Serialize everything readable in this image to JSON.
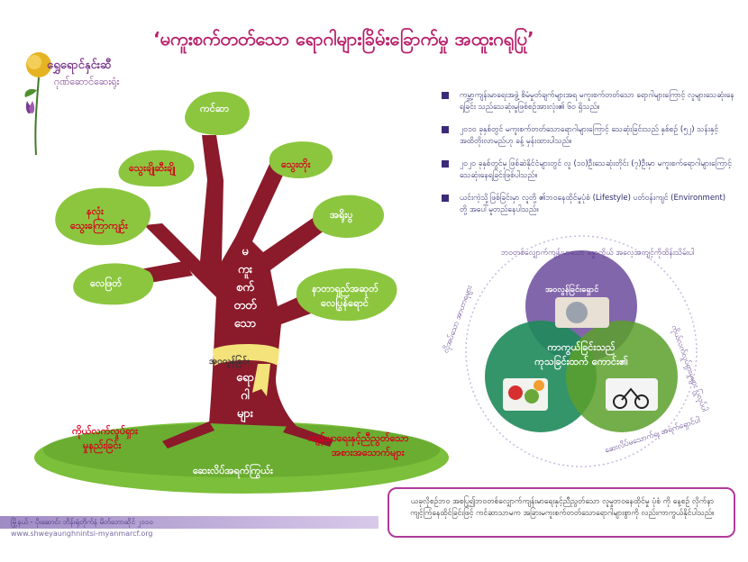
{
  "title": "‘မကူးစက်တတ်သော ရောဂါများခြိမ်းခြောက်မှု အထူးဂရုပြု’",
  "logo": {
    "name": "ရွှေရောင်နှင်းဆီ",
    "subtitle": "ဂုဏ်ဆောင်ဆေးရုံး"
  },
  "tree": {
    "leaves": [
      {
        "label": "ကင်ဆာ",
        "style": "white"
      },
      {
        "label": "သွေးချိုဆီးချို",
        "style": "red"
      },
      {
        "label": "သွေးတိုး",
        "style": "red"
      },
      {
        "label_line1": "နလုံး",
        "label_line2": "သွေးကြောကျဉ်း",
        "style": "red"
      },
      {
        "label": "အရိုးပွ",
        "style": "white"
      },
      {
        "label": "လေဖြတ်",
        "style": "white"
      },
      {
        "label_line1": "နာတာရှည်အဆုတ်",
        "label_line2": "လေပြွန်ရောင်",
        "style": "white"
      }
    ],
    "trunk_words": [
      "မ",
      "ကူး",
      "စက်",
      "တတ်",
      "သော",
      "ရော",
      "ဂါ",
      "များ"
    ],
    "ribbon_label": "အဝလွန်ခြင်း",
    "roots": {
      "left_line1": "ကိုယ်လက်လှုပ်ရှား",
      "left_line2": "မှုနည်းခြင်း",
      "right_line1": "ကျန်းမာရေးနှင့်ညီညွတ်သော",
      "right_line2": "အစားအသောက်များ",
      "bottom": "ဆေးလိပ်အရက်ကြွယ်း"
    }
  },
  "bullets": [
    "ကမ္ဘာ့ကျန်းမာရေးအဖွဲ့ စိမံမှုတ်ချက်များအရ မကူးစက်တတ်သော ရောဂါများကြောင့် လူများသေဆုံးနေရခြင်း သည်သေဆုံးမှုဖြစ်စဉ်အားလုံး၏ ၆၀ ရှိသည်။",
    "၂၀၁၀ ခုနှစ်တွင် မကူးစက်တတ်သောရောဂါများကြောင့် သေဆုံးခြင်းသည် နှစ်စဉ် (၅၂) သန်းနှင့် အထိတိုးလာမည်ဟု ခန့် မှန်းထားပါသည်။",
    "၂၀၂၀ ခုနှစ်တွင်မှ ဖြစ်ဆဲနိုင်ငံများတွင် လူ (၁၀)ဦးသေဆုံးတိုင်း (၇)ဦးမှာ မကူးစက်ရောဂါများကြောင့် သေဆုံးနေရခြင်းဖြစ်ပါသည်။",
    "ယင်းကဲ့သို့ဖြစ်ခြင်းမှာ လူတို့ ၏ဘဝနေထိုင်မှုပုံစံ (Lifestyle) ပတ်ဝန်းကျင် (Environment) တို့ အပေါ်မူတည်နေပါသည်။"
  ],
  "venn": {
    "center_line1": "ကာကွယ်ခြင်းသည်",
    "center_line2": "ကုသခြင်းထက် ကောင်း၏",
    "top_label": "အဝလွန်ခြင်းရှောင်",
    "arc_top": "ဘဝတစ်လျှောက်ကျန်းမာသော ခန္ဓာကိုယ် အလေ့အကျင့်ကိုထိန်းသိမ်းပါ",
    "arc_left": "လိုအပ်သော အာဟာရများ",
    "arc_right": "ကိုယ်လက်လှုပ်ရှားမှုများ ပြုလုပ်ပါ",
    "arc_bottom": "ဆေးလိပ်မသောက်ရ၊ အရက်ရှောင်ပါ"
  },
  "note": "ယခုလိုစဉ်ဘဝ အစပြု၍ဘဝတစ်လျှောက်ကျန်းမာရေးနှင့်ညီညွတ်သော လူမှုဘဝနေထိုင်မှု ပုံစံ ကို နေ့စဉ် လိုက်နာကျင့်ကြံနေထိုင်ခြင်းဖြင့် ကင်ဆာသာမက အခြားမကူးစက်တတ်သောရောဂါများစွာကို လည်းကာကွယ်နိုင်ပါသည်။",
  "footer": {
    "text": "မြို့နယ် - ပိုးဆောင်း ဘိန်းရုံတိုက်နံ မိတ်ဘောဆိုင် ၂၀၁၀",
    "url": "www.shweyaunghnintsi-myanmarcf.org"
  },
  "colors": {
    "title": "#b8206b",
    "leaf": "#8cc63f",
    "trunk": "#8b1a2b",
    "venn_purple": "#7b5ea7",
    "venn_teal": "#1f8a5a",
    "venn_green": "#5aa02c",
    "note_border": "#b23a9a"
  }
}
